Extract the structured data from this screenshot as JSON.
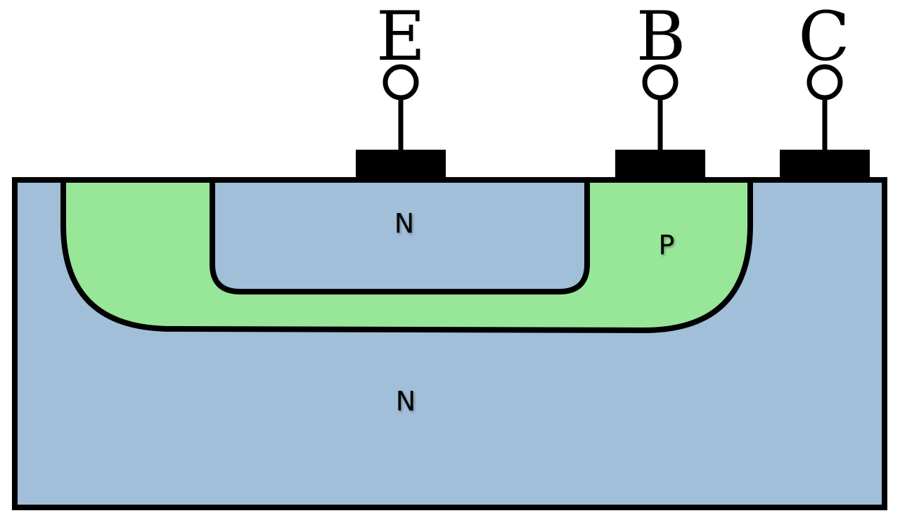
{
  "colors": {
    "n_region": "#a1bfd8",
    "p_region": "#98e698",
    "outline": "#000000",
    "contact": "#000000",
    "background": "#ffffff"
  },
  "terminals": [
    {
      "label": "E"
    },
    {
      "label": "B"
    },
    {
      "label": "C"
    }
  ],
  "regions": {
    "emitter": {
      "label": "N"
    },
    "base": {
      "label": "P"
    },
    "collector": {
      "label": "N"
    }
  }
}
